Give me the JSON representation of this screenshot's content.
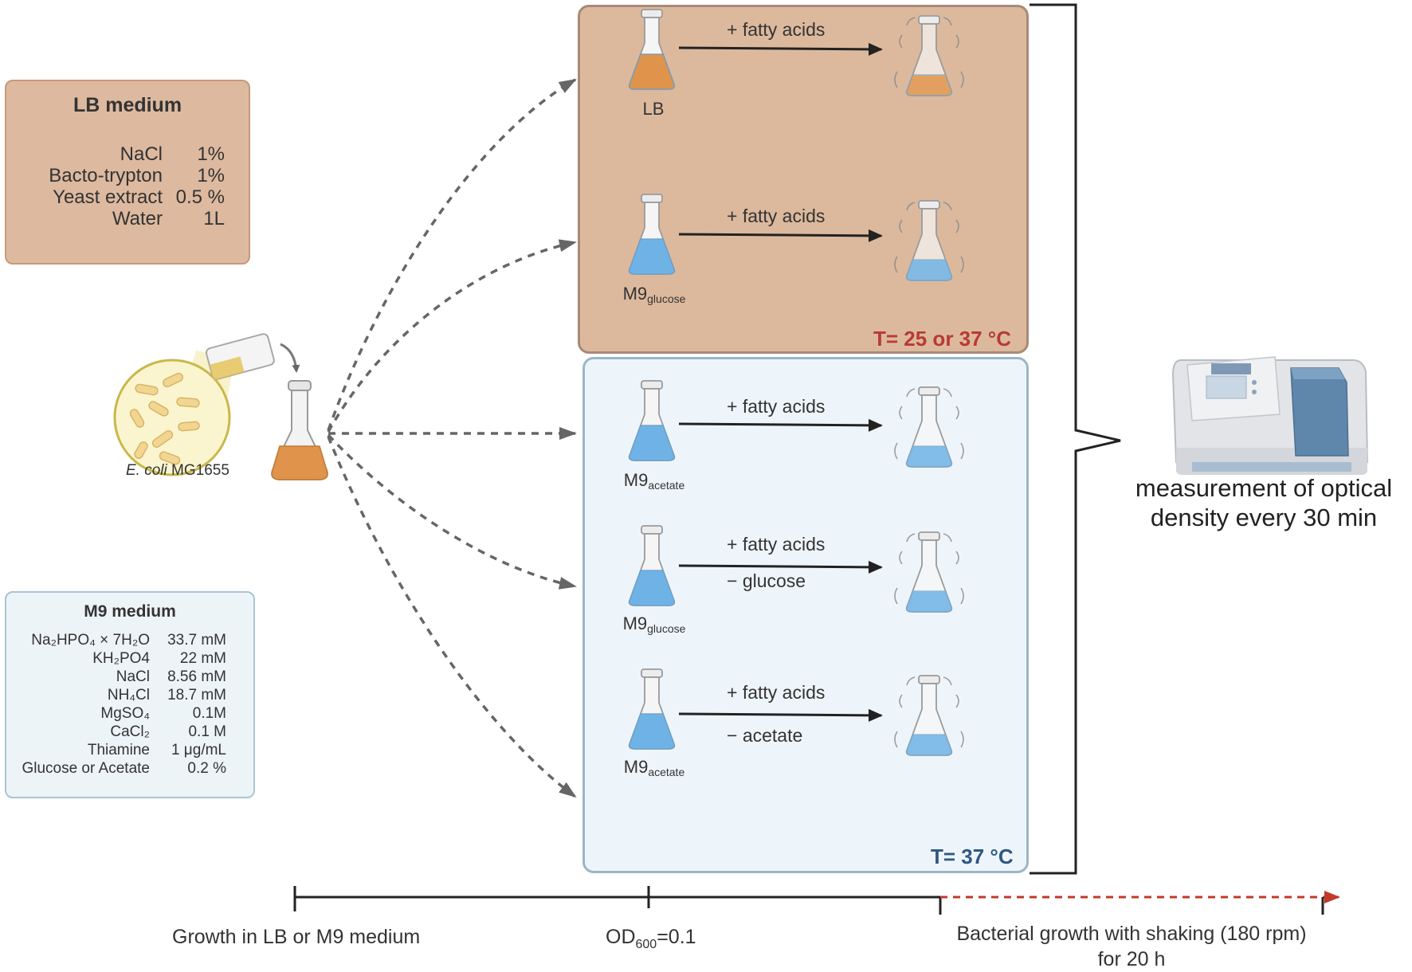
{
  "lb_box": {
    "title": "LB medium",
    "rows": [
      {
        "name": "NaCl",
        "value": "1%"
      },
      {
        "name": "Bacto-trypton",
        "value": "1%"
      },
      {
        "name": "Yeast extract",
        "value": "0.5 %"
      },
      {
        "name": "Water",
        "value": "1L"
      }
    ]
  },
  "m9_box": {
    "title": "M9 medium",
    "rows": [
      {
        "name": "Na₂HPO₄ × 7H₂O",
        "value": "33.7 mM"
      },
      {
        "name": "KH₂PO4",
        "value": "22 mM"
      },
      {
        "name": "NaCl",
        "value": "8.56 mM"
      },
      {
        "name": "NH₄Cl",
        "value": "18.7 mM"
      },
      {
        "name": "MgSO₄",
        "value": "0.1M"
      },
      {
        "name": "CaCl₂",
        "value": "0.1 M"
      },
      {
        "name": "Thiamine",
        "value": "1 μg/mL"
      },
      {
        "name": "Glucose or Acetate",
        "value": "0.2 %"
      }
    ]
  },
  "source": {
    "organism_italic": "E. coli",
    "strain": "MG1655"
  },
  "warm_panel": {
    "temperature": "T= 25 or 37 °C",
    "color": "#b83a35",
    "rows": [
      {
        "medium": "LB",
        "sub": "",
        "add": "+ fatty acids",
        "minus": ""
      },
      {
        "medium": "M9",
        "sub": "glucose",
        "add": "+ fatty acids",
        "minus": ""
      }
    ]
  },
  "cool_panel": {
    "temperature": "T= 37 °C",
    "color": "#2f5784",
    "rows": [
      {
        "medium": "M9",
        "sub": "acetate",
        "add": "+ fatty acids",
        "minus": ""
      },
      {
        "medium": "M9",
        "sub": "glucose",
        "add": "+ fatty acids",
        "minus": "− glucose"
      },
      {
        "medium": "M9",
        "sub": "acetate",
        "add": "+ fatty acids",
        "minus": "− acetate"
      }
    ]
  },
  "measurement": {
    "line1": "measurement of optical",
    "line2": "density every 30 min"
  },
  "timeline": {
    "stage1": "Growth in LB or M9 medium",
    "od_main": "OD",
    "od_sub": "600",
    "od_value": "=0.1",
    "stage3_line1": "Bacterial growth with shaking (180 rpm)",
    "stage3_line2": "for 20 h",
    "arrow_color": "#c0392b"
  },
  "colors": {
    "lb_liquid": "#e0934a",
    "m9_liquid": "#6fb3e6"
  }
}
